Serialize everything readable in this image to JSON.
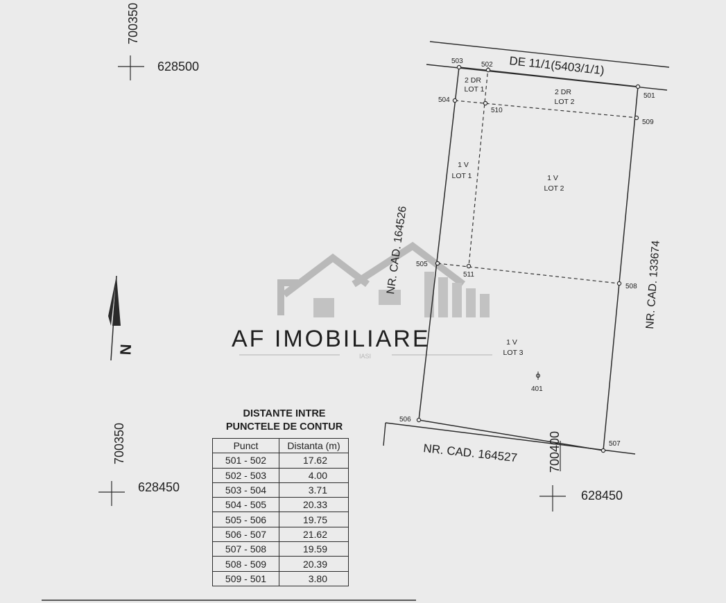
{
  "roads": {
    "top": "DE 11/1(5403/1/1)",
    "bottom": "NR. CAD. 164527"
  },
  "neighbors": {
    "left": "NR. CAD. 164526",
    "right": "NR. CAD. 133674"
  },
  "coordinates": {
    "top_left_y": "628500",
    "top_left_x": "700350",
    "left_x": "700350",
    "bottom_left_y": "628450",
    "bottom_right_y": "628450",
    "bottom_x": "700400"
  },
  "north_arrow": {
    "label": "N"
  },
  "points": {
    "p501": "501",
    "p502": "502",
    "p503": "503",
    "p504": "504",
    "p505": "505",
    "p506": "506",
    "p507": "507",
    "p508": "508",
    "p509": "509",
    "p510": "510",
    "p511": "511",
    "p401": "401"
  },
  "zones": {
    "dr_lot1": {
      "use": "2 DR",
      "lot": "LOT 1"
    },
    "dr_lot2": {
      "use": "2 DR",
      "lot": "LOT 2"
    },
    "v_lot1": {
      "use": "1 V",
      "lot": "LOT 1"
    },
    "v_lot2": {
      "use": "1 V",
      "lot": "LOT 2"
    },
    "v_lot3": {
      "use": "1 V",
      "lot": "LOT 3"
    }
  },
  "watermark": {
    "brand": "AF IMOBILIARE",
    "sub": "IASI"
  },
  "distance_table": {
    "title_line1": "DISTANTE INTRE",
    "title_line2": "PUNCTELE DE CONTUR",
    "headers": [
      "Punct",
      "Distanta (m)"
    ],
    "rows": [
      [
        "501 - 502",
        "17.62"
      ],
      [
        "502 - 503",
        "4.00"
      ],
      [
        "503 - 504",
        "3.71"
      ],
      [
        "504 - 505",
        "20.33"
      ],
      [
        "505 - 506",
        "19.75"
      ],
      [
        "506 - 507",
        "21.62"
      ],
      [
        "507 - 508",
        "19.59"
      ],
      [
        "508 - 509",
        "20.39"
      ],
      [
        "509 - 501",
        "3.80"
      ]
    ]
  }
}
